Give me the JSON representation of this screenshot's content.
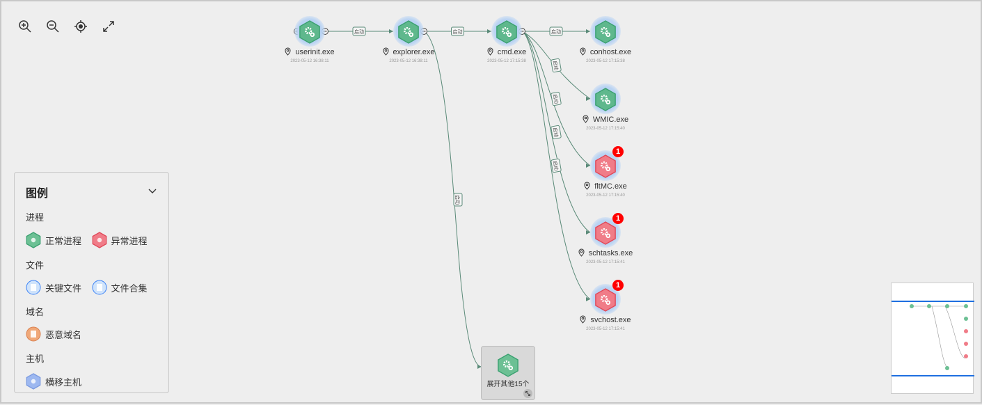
{
  "toolbar": {
    "zoom_in": "zoom-in",
    "zoom_out": "zoom-out",
    "locate": "locate",
    "fullscreen": "fullscreen"
  },
  "colors": {
    "normal": "#5fb88d",
    "abnormal": "#f07c88",
    "edge": "#5a8a78",
    "badge": "#ff0000"
  },
  "edge_label": "启动",
  "nodes": [
    {
      "name": "userinit.exe",
      "time": "2023-05-12 16:38:11",
      "type": "normal"
    },
    {
      "name": "explorer.exe",
      "time": "2023-05-12 16:38:11",
      "type": "normal"
    },
    {
      "name": "cmd.exe",
      "time": "2023-05-12 17:15:38",
      "type": "normal"
    },
    {
      "name": "conhost.exe",
      "time": "2023-05-12 17:15:38",
      "type": "normal"
    },
    {
      "name": "WMIC.exe",
      "time": "2023-05-12 17:15:40",
      "type": "normal"
    },
    {
      "name": "fltMC.exe",
      "time": "2023-05-12 17:15:40",
      "type": "abnormal",
      "badge": "1"
    },
    {
      "name": "schtasks.exe",
      "time": "2023-05-12 17:15:41",
      "type": "abnormal",
      "badge": "1"
    },
    {
      "name": "svchost.exe",
      "time": "2023-05-12 17:15:41",
      "type": "abnormal",
      "badge": "1"
    }
  ],
  "expand": {
    "label": "展开其他15个"
  },
  "legend": {
    "title": "图例",
    "sections": [
      {
        "title": "进程",
        "items": [
          "正常进程",
          "异常进程"
        ]
      },
      {
        "title": "文件",
        "items": [
          "关键文件",
          "文件合集"
        ]
      },
      {
        "title": "域名",
        "items": [
          "恶意域名"
        ]
      },
      {
        "title": "主机",
        "items": [
          "横移主机"
        ]
      }
    ]
  }
}
